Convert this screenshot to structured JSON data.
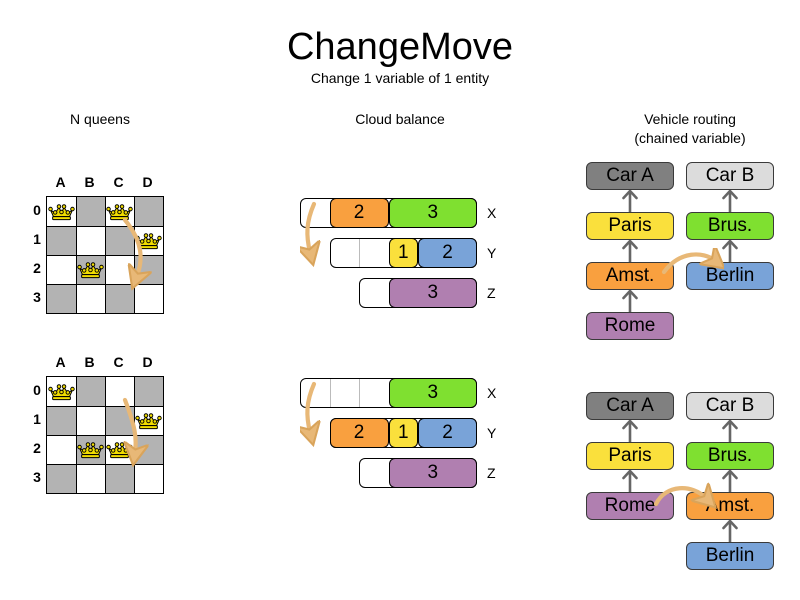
{
  "header": {
    "title": "ChangeMove",
    "subtitle": "Change 1 variable of 1 entity"
  },
  "columns": [
    {
      "id": "n-queens",
      "label": "N queens",
      "label2": ""
    },
    {
      "id": "cloud-balance",
      "label": "Cloud balance",
      "label2": ""
    },
    {
      "id": "vehicle-routing",
      "label": "Vehicle routing",
      "label2": "(chained variable)"
    }
  ],
  "colors": {
    "orange": "#F9A03F",
    "green": "#7FE030",
    "yellow": "#FAE03C",
    "blue": "#79A3D8",
    "purple": "#B07FB0",
    "dark_gray": "#808080",
    "light_gray": "#DCDCDC",
    "board_dark": "#b3b3b3",
    "board_light": "#ffffff",
    "queen_gold": "#F2DD00",
    "arrow_tan": "#E8B877"
  },
  "n_queens": {
    "files": [
      "A",
      "B",
      "C",
      "D"
    ],
    "ranks": [
      "0",
      "1",
      "2",
      "3"
    ],
    "before": {
      "queens": [
        {
          "file": 0,
          "rank": 0
        },
        {
          "file": 2,
          "rank": 0
        },
        {
          "file": 3,
          "rank": 1
        },
        {
          "file": 1,
          "rank": 2
        }
      ],
      "move": {
        "from_file": 2,
        "from_rank": 0,
        "to_file": 2,
        "to_rank": 2
      }
    },
    "after": {
      "queens": [
        {
          "file": 0,
          "rank": 0
        },
        {
          "file": 3,
          "rank": 1
        },
        {
          "file": 1,
          "rank": 2
        },
        {
          "file": 2,
          "rank": 2
        }
      ],
      "move": {
        "from_file": 2,
        "from_rank": 0,
        "to_file": 2,
        "to_rank": 2
      }
    }
  },
  "cloud_balance": {
    "before": {
      "computers": [
        {
          "label": "X",
          "capacity": 6,
          "free_leading": 1,
          "dividers": [],
          "processes": [
            {
              "value": "2",
              "units": 2,
              "color": "#F9A03F"
            },
            {
              "value": "3",
              "units": 3,
              "color": "#7FE030"
            }
          ]
        },
        {
          "label": "Y",
          "capacity": 5,
          "free_leading": 2,
          "dividers": [
            1
          ],
          "processes": [
            {
              "value": "1",
              "units": 1,
              "color": "#FAE03C"
            },
            {
              "value": "2",
              "units": 2,
              "color": "#79A3D8"
            }
          ]
        },
        {
          "label": "Z",
          "capacity": 4,
          "free_leading": 1,
          "dividers": [],
          "processes": [
            {
              "value": "3",
              "units": 3,
              "color": "#B07FB0"
            }
          ]
        }
      ]
    },
    "after": {
      "computers": [
        {
          "label": "X",
          "capacity": 6,
          "free_leading": 3,
          "dividers": [
            1,
            2
          ],
          "processes": [
            {
              "value": "3",
              "units": 3,
              "color": "#7FE030"
            }
          ]
        },
        {
          "label": "Y",
          "capacity": 5,
          "free_leading": 0,
          "dividers": [],
          "processes": [
            {
              "value": "2",
              "units": 2,
              "color": "#F9A03F"
            },
            {
              "value": "1",
              "units": 1,
              "color": "#FAE03C"
            },
            {
              "value": "2",
              "units": 2,
              "color": "#79A3D8"
            }
          ]
        },
        {
          "label": "Z",
          "capacity": 4,
          "free_leading": 1,
          "dividers": [],
          "processes": [
            {
              "value": "3",
              "units": 3,
              "color": "#B07FB0"
            }
          ]
        }
      ]
    }
  },
  "vehicle_routing": {
    "before": {
      "chains": [
        {
          "vehicle": {
            "label": "Car A",
            "color": "#808080"
          },
          "stops": [
            {
              "label": "Paris",
              "color": "#FAE03C"
            },
            {
              "label": "Amst.",
              "color": "#F9A03F"
            },
            {
              "label": "Rome",
              "color": "#B07FB0"
            }
          ]
        },
        {
          "vehicle": {
            "label": "Car B",
            "color": "#DCDCDC"
          },
          "stops": [
            {
              "label": "Brus.",
              "color": "#7FE030"
            },
            {
              "label": "Berlin",
              "color": "#79A3D8"
            }
          ]
        }
      ],
      "moved_stop": "Amst."
    },
    "after": {
      "chains": [
        {
          "vehicle": {
            "label": "Car A",
            "color": "#808080"
          },
          "stops": [
            {
              "label": "Paris",
              "color": "#FAE03C"
            },
            {
              "label": "Rome",
              "color": "#B07FB0"
            }
          ]
        },
        {
          "vehicle": {
            "label": "Car B",
            "color": "#DCDCDC"
          },
          "stops": [
            {
              "label": "Brus.",
              "color": "#7FE030"
            },
            {
              "label": "Amst.",
              "color": "#F9A03F"
            },
            {
              "label": "Berlin",
              "color": "#79A3D8"
            }
          ]
        }
      ],
      "moved_stop": "Amst."
    }
  }
}
